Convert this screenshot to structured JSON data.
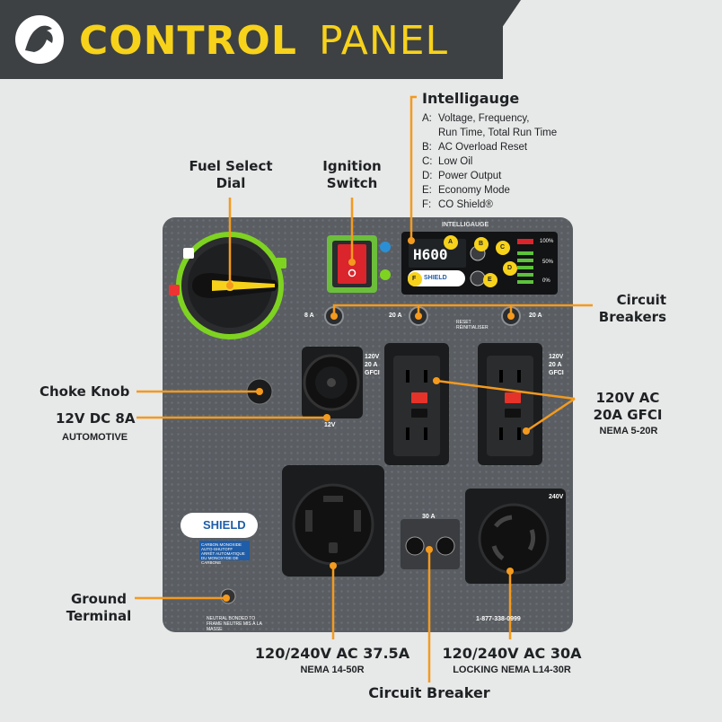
{
  "header": {
    "title_bold": "CONTROL",
    "title_light": "PANEL",
    "colors": {
      "accent": "#f7d21b",
      "header_bg": "#3e4143",
      "callout": "#f49a1e"
    }
  },
  "labels": {
    "fuel_select": [
      "Fuel Select",
      "Dial"
    ],
    "ignition": [
      "Ignition",
      "Switch"
    ],
    "intelligauge": "Intelligauge",
    "intelligauge_items": [
      {
        "key": "A:",
        "text": "Voltage, Frequency,"
      },
      {
        "key": "",
        "text": "Run Time, Total Run Time"
      },
      {
        "key": "B:",
        "text": "AC Overload Reset"
      },
      {
        "key": "C:",
        "text": "Low Oil"
      },
      {
        "key": "D:",
        "text": "Power Output"
      },
      {
        "key": "E:",
        "text": "Economy Mode"
      },
      {
        "key": "F:",
        "text": "CO Shield®"
      }
    ],
    "circuit_breakers": [
      "Circuit",
      "Breakers"
    ],
    "choke": "Choke Knob",
    "dc": "12V DC 8A",
    "dc_sub": "AUTOMOTIVE",
    "gfci": [
      "120V AC",
      "20A GFCI"
    ],
    "gfci_sub": "NEMA 5-20R",
    "ground": [
      "Ground",
      "Terminal"
    ],
    "outlet_50": "120/240V AC 37.5A",
    "outlet_50_sub": "NEMA 14-50R",
    "outlet_30": "120/240V AC 30A",
    "outlet_30_sub": "LOCKING NEMA L14-30R",
    "circuit_breaker": "Circuit Breaker"
  },
  "panel": {
    "brand": "INTELLIGAUGE",
    "display_value": "H600",
    "gauge_levels": [
      "100%",
      "50%",
      "0%"
    ],
    "breaker_8a": "8 A",
    "breaker_20a_left": "20 A",
    "breaker_20a_right": "20 A",
    "breaker_30a": "30 A",
    "reset_text": "RESET RÉINITIALISER",
    "gfci_tag": [
      "120V",
      "20 A",
      "GFCI"
    ],
    "dc_tag": "12V",
    "shield_logo": "SHIELD",
    "shield_text": "CARBON MONOXIDE AUTO-SHUTOFF",
    "shield_text_fr": "ARRÊT AUTOMATIQUE DU MONOXYDE DE CARBONE",
    "neutral_text": "NEUTRAL BONDED TO FRAME NEUTRE MIS À LA MASSE",
    "phone": "1-877-338-0999",
    "l14_tag": "240V",
    "letters": [
      "A",
      "B",
      "C",
      "D",
      "E",
      "F"
    ]
  }
}
